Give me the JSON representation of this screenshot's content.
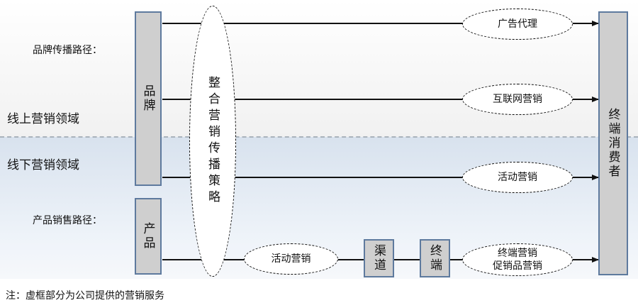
{
  "labels": {
    "brand_path": "品牌传播路径：",
    "online_area": "线上营销领域",
    "offline_area": "线下营销领域",
    "product_path": "产品销售路径："
  },
  "boxes": {
    "brand": "品牌",
    "product": "产品",
    "consumer": "终端消费者",
    "channel": "渠道",
    "terminal": "终端"
  },
  "strategy": "整合营销传播策略",
  "services": {
    "ad_agency": "广告代理",
    "internet_marketing": "互联网营销",
    "event_marketing": "活动营销",
    "event_marketing_2": "活动营销",
    "terminal_marketing_line1": "终端营销",
    "terminal_marketing_line2": "促销品营销"
  },
  "note": "注：虚框部分为公司提供的营销服务"
}
